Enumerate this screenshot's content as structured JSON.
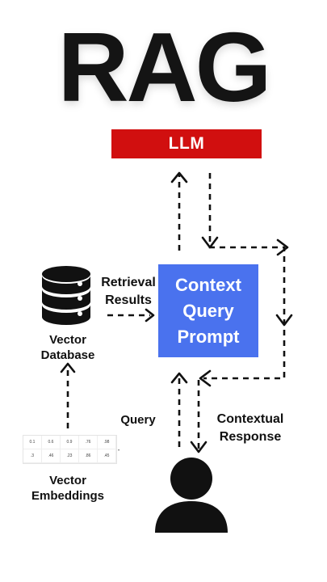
{
  "title": "RAG",
  "llm": {
    "label": "LLM",
    "color": "#d10f0f"
  },
  "context_box": {
    "lines": [
      "Context",
      "Query",
      "Prompt"
    ],
    "color": "#4a72ee"
  },
  "database": {
    "label_line1": "Vector",
    "label_line2": "Database",
    "icon": "database-icon"
  },
  "retrieval": {
    "line1": "Retrieval",
    "line2": "Results"
  },
  "query_label": "Query",
  "contextual_response": {
    "line1": "Contextual",
    "line2": "Response"
  },
  "embeddings": {
    "label_line1": "Vector",
    "label_line2": "Embeddings",
    "rows": [
      [
        "0.1",
        "0.6",
        "0.9",
        ".76",
        ".98"
      ],
      [
        ".3",
        ".46",
        ".23",
        ".86",
        ".45"
      ]
    ]
  },
  "user": {
    "icon": "user-icon"
  }
}
